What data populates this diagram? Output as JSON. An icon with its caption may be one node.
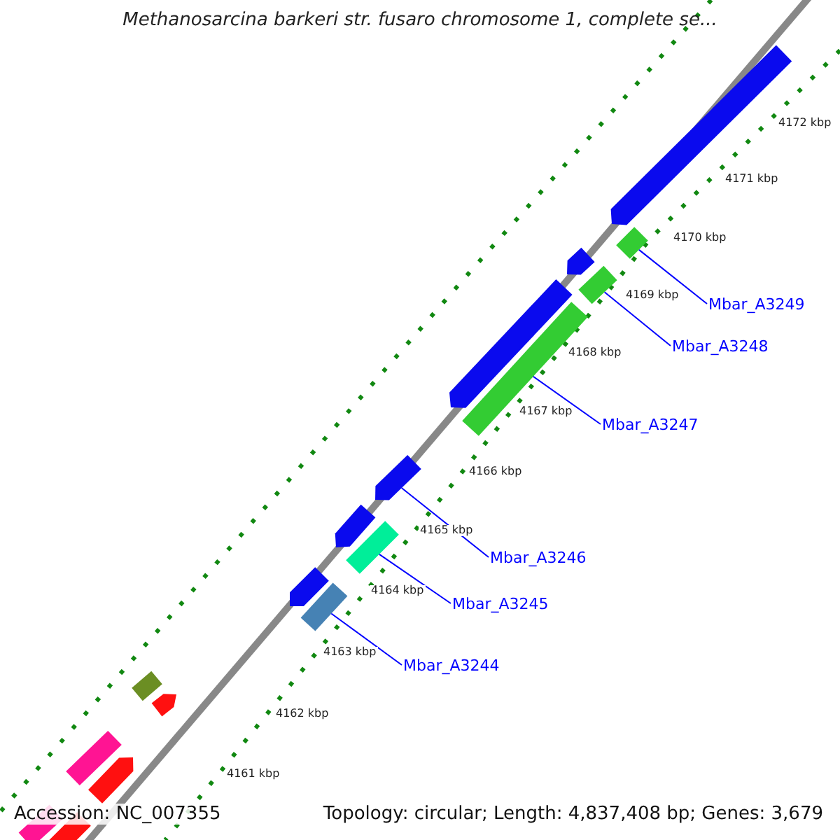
{
  "diagram": {
    "title": "Methanosarcina barkeri str. fusaro chromosome 1, complete se...",
    "nodes": [
      {
        "text": [
          "Mbar_A3249"
        ]
      },
      {
        "text": [
          "Mbar_A3248"
        ]
      },
      {
        "text": [
          "Mbar_A3247"
        ]
      },
      {
        "text": [
          "Mbar_A3246"
        ]
      },
      {
        "text": [
          "Mbar_A3245"
        ]
      },
      {
        "text": [
          "Mbar_A3244"
        ]
      },
      {
        "text": [],
        "shape": "bar"
      },
      {
        "text": [],
        "shape": "bar"
      },
      {
        "text": [],
        "shape": "bar"
      },
      {
        "text": [],
        "shape": "bar"
      },
      {
        "text": [],
        "shape": "bar"
      },
      {
        "text": [],
        "shape": "bar"
      },
      {
        "text": [],
        "shape": "bar"
      },
      {
        "text": [],
        "shape": "bar"
      },
      {
        "text": [],
        "shape": "bar"
      },
      {
        "text": [],
        "shape": "bar"
      },
      {
        "text": [],
        "shape": "bar"
      },
      {
        "text": [],
        "shape": "bar"
      },
      {
        "text": [],
        "shape": "bar"
      },
      {
        "text": [],
        "shape": "bar"
      },
      {
        "text": [],
        "shape": "bar"
      },
      {
        "text": [],
        "shape": "bar"
      },
      {
        "text": [],
        "shape": "bar"
      }
    ],
    "edges": [
      {
        "from": 0,
        "to": 7,
        "arrow": "none"
      },
      {
        "from": 1,
        "to": 9,
        "arrow": "none"
      },
      {
        "from": 2,
        "to": 11,
        "arrow": "none"
      },
      {
        "from": 3,
        "to": 12,
        "arrow": "none"
      },
      {
        "from": 4,
        "to": 14,
        "arrow": "none"
      },
      {
        "from": 5,
        "to": 16,
        "arrow": "none"
      }
    ],
    "labels": [
      "4172 kbp",
      "4171 kbp",
      "4170 kbp",
      "4169 kbp",
      "4168 kbp",
      "4167 kbp",
      "4166 kbp",
      "4165 kbp",
      "4164 kbp",
      "4163 kbp",
      "4162 kbp",
      "4161 kbp",
      "Accession: NC_007355",
      "Topology: circular; Length: 4,837,408 bp; Genes: 3,679"
    ]
  }
}
